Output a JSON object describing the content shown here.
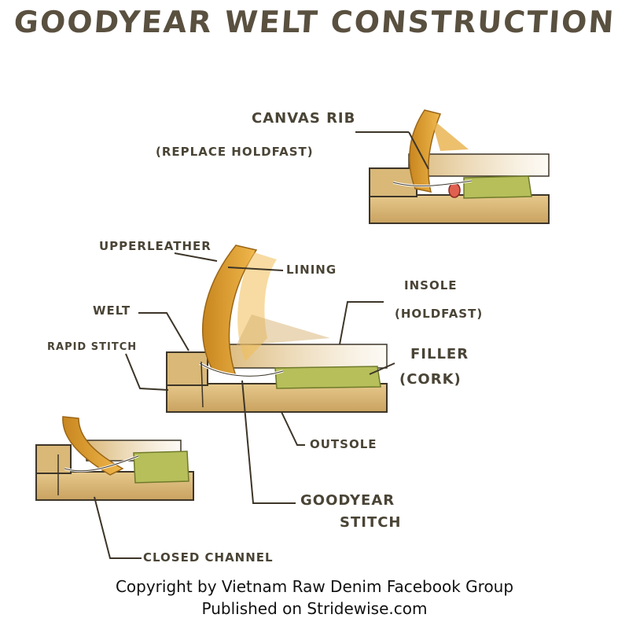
{
  "title": "GOODYEAR WELT CONSTRUCTION",
  "labels": {
    "canvas_rib": "CANVAS RIB",
    "replace_holdfast": "(REPLACE HOLDFAST)",
    "upper_leather": "UPPERLEATHER",
    "lining": "LINING",
    "insole": "INSOLE",
    "holdfast": "(HOLDFAST)",
    "welt": "WELT",
    "rapid_stitch": "RAPID STITCH",
    "filler": "FILLER",
    "cork": "(CORK)",
    "outsole": "OUTSOLE",
    "goodyear": "GOODYEAR",
    "stitch": "STITCH",
    "closed_channel": "CLOSED CHANNEL"
  },
  "credits": {
    "line1": "Copyright by Vietnam Raw Denim Facebook Group",
    "line2": "Published on Stridewise.com"
  },
  "colors": {
    "leather": "#d8b470",
    "leather_dark": "#b38a46",
    "upper": "#e2a33a",
    "upper_dark": "#b97a1c",
    "cork": "#b6bf5a",
    "stitch_red": "#e06050",
    "ink": "#3d3528"
  }
}
